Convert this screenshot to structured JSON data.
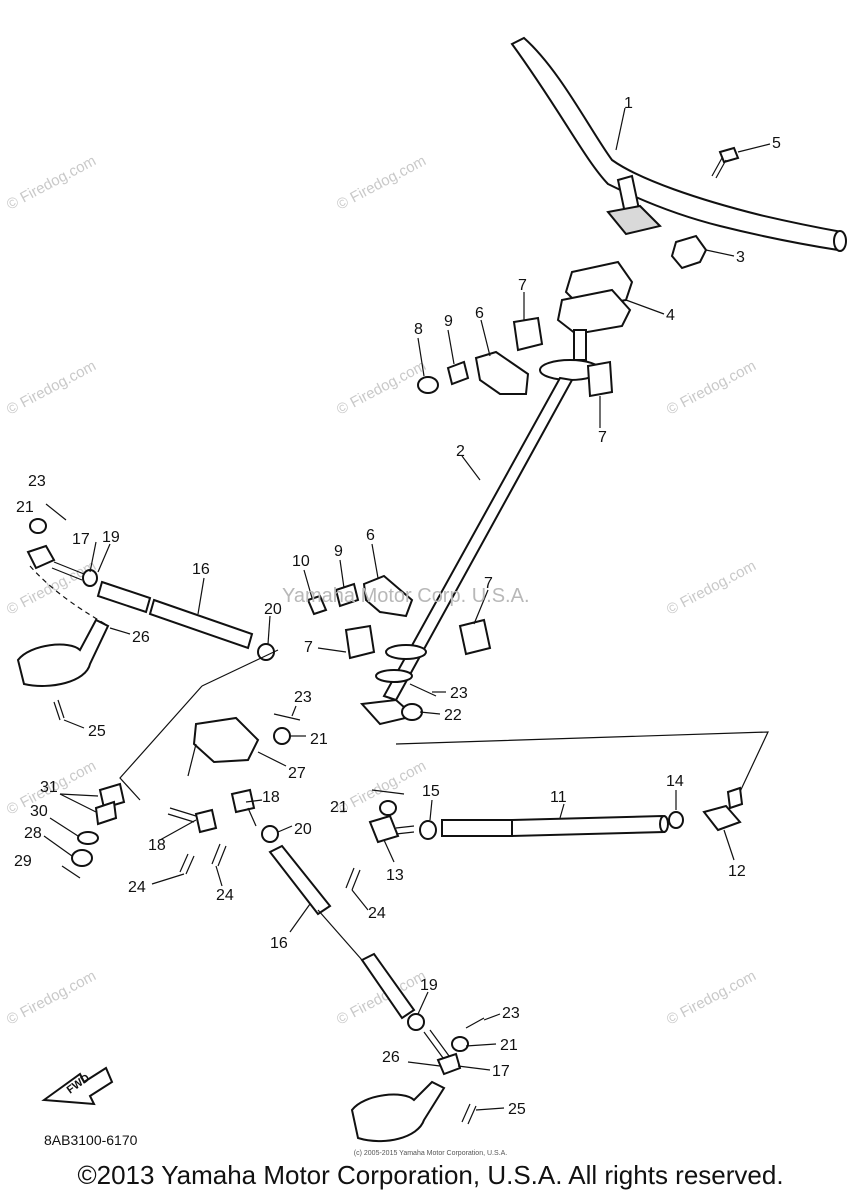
{
  "diagram": {
    "callouts": [
      "1",
      "2",
      "3",
      "4",
      "5",
      "6",
      "6",
      "7",
      "7",
      "7",
      "7",
      "8",
      "9",
      "9",
      "10",
      "11",
      "12",
      "13",
      "14",
      "15",
      "16",
      "16",
      "17",
      "17",
      "18",
      "18",
      "19",
      "19",
      "20",
      "20",
      "21",
      "21",
      "21",
      "21",
      "22",
      "23",
      "23",
      "23",
      "23",
      "24",
      "24",
      "24",
      "25",
      "25",
      "26",
      "26",
      "27",
      "28",
      "29",
      "30",
      "31"
    ],
    "fwd_label": "FWD",
    "part_code": "8AB3100-6170",
    "center_watermark": "Yamaha Motor Corp. U.S.A.",
    "watermark_text": "© Firedog.com",
    "small_copyright": "(c) 2005-2015 Yamaha Motor Corporation, U.S.A.",
    "copyright": "©2013 Yamaha Motor Corporation, U.S.A. All rights reserved."
  },
  "colors": {
    "ink": "#111111",
    "watermark": "#c9c9c9",
    "background": "#ffffff"
  }
}
